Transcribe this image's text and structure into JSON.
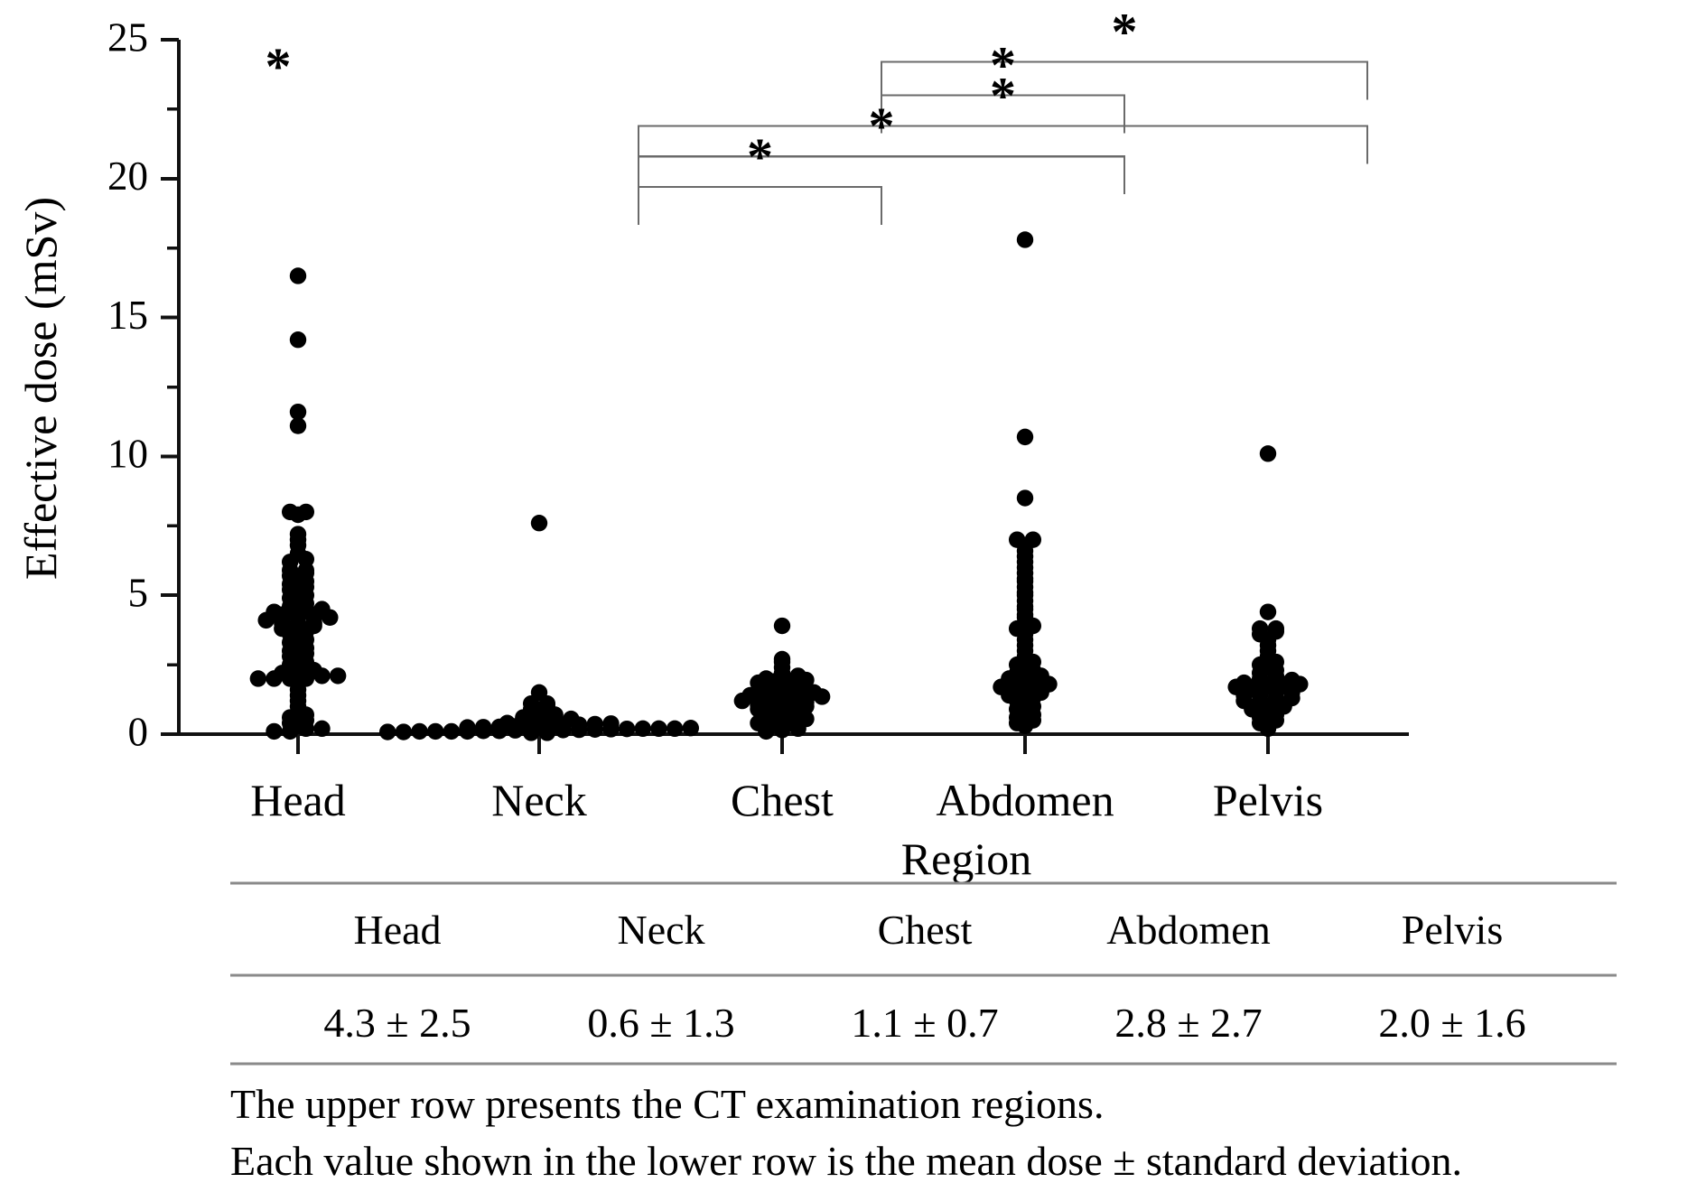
{
  "chart_data": {
    "type": "scatter",
    "title": "",
    "xlabel": "Region",
    "ylabel": "Effective dose (mSv)",
    "ylim": [
      0,
      25
    ],
    "yticks": [
      0,
      5,
      10,
      15,
      20,
      25
    ],
    "yticks_minor": [
      2.5,
      7.5,
      12.5,
      17.5,
      22.5
    ],
    "ytick_labels": [
      "0",
      "5",
      "10",
      "15",
      "20",
      "25"
    ],
    "grid": false,
    "legend": "none",
    "plot_style": "beeswarm dot plot",
    "marker_color": "#000000",
    "categories": [
      "Head",
      "Neck",
      "Chest",
      "Abdomen",
      "Pelvis"
    ],
    "series": [
      {
        "name": "Head",
        "mean": 4.3,
        "sd": 2.5,
        "values": [
          0.1,
          0.1,
          0.2,
          0.2,
          0.3,
          0.4,
          0.5,
          0.6,
          0.7,
          0.8,
          1.0,
          1.2,
          1.4,
          1.6,
          1.8,
          1.9,
          2.0,
          2.0,
          2.0,
          2.0,
          2.1,
          2.1,
          2.2,
          2.2,
          2.3,
          2.4,
          2.5,
          2.6,
          2.7,
          2.8,
          2.9,
          3.0,
          3.1,
          3.2,
          3.3,
          3.4,
          3.5,
          3.6,
          3.7,
          3.8,
          3.9,
          3.9,
          4.0,
          4.0,
          4.0,
          4.1,
          4.1,
          4.2,
          4.2,
          4.2,
          4.3,
          4.3,
          4.3,
          4.4,
          4.4,
          4.5,
          4.5,
          4.6,
          4.7,
          4.8,
          4.9,
          5.0,
          5.1,
          5.2,
          5.3,
          5.4,
          5.5,
          5.6,
          5.7,
          5.8,
          5.9,
          5.9,
          6.2,
          6.3,
          6.5,
          6.8,
          7.0,
          7.2,
          7.9,
          8.0,
          8.0,
          11.1,
          11.6,
          14.2,
          16.5
        ]
      },
      {
        "name": "Neck",
        "mean": 0.6,
        "sd": 1.3,
        "values": [
          0.05,
          0.05,
          0.08,
          0.08,
          0.1,
          0.1,
          0.1,
          0.1,
          0.12,
          0.12,
          0.14,
          0.14,
          0.15,
          0.15,
          0.16,
          0.17,
          0.18,
          0.19,
          0.2,
          0.2,
          0.2,
          0.22,
          0.24,
          0.25,
          0.26,
          0.28,
          0.3,
          0.3,
          0.32,
          0.34,
          0.36,
          0.38,
          0.4,
          0.42,
          0.45,
          0.5,
          0.55,
          0.6,
          0.65,
          0.7,
          0.8,
          0.9,
          1.0,
          1.1,
          1.1,
          1.5,
          7.6
        ]
      },
      {
        "name": "Chest",
        "mean": 1.1,
        "sd": 0.7,
        "values": [
          0.1,
          0.15,
          0.2,
          0.25,
          0.3,
          0.35,
          0.4,
          0.45,
          0.5,
          0.55,
          0.6,
          0.65,
          0.7,
          0.75,
          0.8,
          0.85,
          0.9,
          0.95,
          1.0,
          1.0,
          1.05,
          1.1,
          1.1,
          1.15,
          1.2,
          1.2,
          1.25,
          1.3,
          1.3,
          1.35,
          1.4,
          1.4,
          1.45,
          1.5,
          1.5,
          1.55,
          1.6,
          1.6,
          1.65,
          1.7,
          1.75,
          1.8,
          1.85,
          1.9,
          1.9,
          1.95,
          2.0,
          2.0,
          2.1,
          2.2,
          2.4,
          2.6,
          2.7,
          3.9
        ]
      },
      {
        "name": "Abdomen",
        "mean": 2.8,
        "sd": 2.7,
        "values": [
          0.3,
          0.4,
          0.5,
          0.6,
          0.7,
          0.8,
          0.9,
          1.0,
          1.1,
          1.2,
          1.3,
          1.4,
          1.5,
          1.5,
          1.6,
          1.6,
          1.7,
          1.7,
          1.8,
          1.8,
          1.9,
          1.9,
          2.0,
          2.0,
          2.1,
          2.2,
          2.3,
          2.4,
          2.5,
          2.6,
          2.8,
          3.0,
          3.2,
          3.4,
          3.6,
          3.8,
          3.9,
          4.0,
          4.2,
          4.3,
          4.5,
          4.6,
          4.8,
          5.0,
          5.1,
          5.3,
          5.5,
          5.6,
          5.8,
          6.0,
          6.2,
          6.4,
          6.6,
          6.8,
          7.0,
          7.0,
          8.5,
          10.7,
          17.8
        ]
      },
      {
        "name": "Pelvis",
        "mean": 2.0,
        "sd": 1.6,
        "values": [
          0.2,
          0.3,
          0.4,
          0.5,
          0.6,
          0.7,
          0.8,
          0.9,
          1.0,
          1.0,
          1.1,
          1.1,
          1.2,
          1.2,
          1.3,
          1.3,
          1.4,
          1.4,
          1.5,
          1.5,
          1.6,
          1.6,
          1.7,
          1.7,
          1.75,
          1.8,
          1.8,
          1.85,
          1.9,
          1.9,
          1.95,
          2.0,
          2.1,
          2.2,
          2.3,
          2.4,
          2.5,
          2.6,
          2.8,
          3.0,
          3.2,
          3.4,
          3.6,
          3.7,
          3.8,
          3.8,
          4.4,
          10.1
        ]
      }
    ],
    "annotations": [
      {
        "label": "*",
        "from": "Head",
        "to": "Head",
        "note": "outlier marker above Head cluster",
        "x_value": 0,
        "y_value": 23.4
      }
    ],
    "significance_brackets": [
      {
        "label": "*",
        "from": "Chest",
        "to": "Pelvis",
        "y_value": 24.2
      },
      {
        "label": "*",
        "from": "Chest",
        "to": "Abdomen",
        "y_value": 23.0
      },
      {
        "label": "*",
        "from": "Neck",
        "to": "Pelvis",
        "y_value": 21.9
      },
      {
        "label": "*",
        "from": "Neck",
        "to": "Abdomen",
        "y_value": 20.8
      },
      {
        "label": "*",
        "from": "Neck",
        "to": "Chest",
        "y_value": 19.7
      }
    ]
  },
  "table": {
    "header_row": [
      "Head",
      "Neck",
      "Chest",
      "Abdomen",
      "Pelvis"
    ],
    "value_row": [
      "4.3 ± 2.5",
      "0.6 ± 1.3",
      "1.1 ± 0.7",
      "2.8 ± 2.7",
      "2.0 ± 1.6"
    ]
  },
  "footnotes": [
    "The upper row presents the CT examination regions.",
    "Each value shown in the lower row is the mean dose ± standard deviation."
  ],
  "colors": {
    "marker": "#000000",
    "axis": "#111111",
    "bracket": "#6a6a6a",
    "rule": "#8a8a8a",
    "background": "#ffffff"
  }
}
